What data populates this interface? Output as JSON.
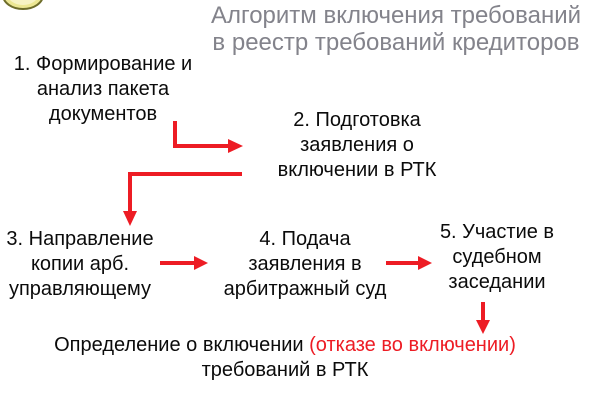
{
  "colors": {
    "background": "#ffffff",
    "text": "#0b0b0b",
    "title_gray": "#83838b",
    "accent_red": "#ed1c24",
    "coin_fill": "#ece793",
    "coin_stroke": "#6e6d2b"
  },
  "title": {
    "line1": "Алгоритм включения требований",
    "line2": "в реестр требований кредиторов"
  },
  "steps": [
    {
      "id": 1,
      "lines": [
        "1. Формирование и",
        "анализ пакета",
        "документов"
      ]
    },
    {
      "id": 2,
      "lines": [
        "2. Подготовка",
        "заявления о",
        "включении в РТК"
      ]
    },
    {
      "id": 3,
      "lines": [
        "3. Направление",
        "копии арб.",
        "управляющему"
      ]
    },
    {
      "id": 4,
      "lines": [
        "4. Подача",
        "заявления в",
        "арбитражный суд"
      ]
    },
    {
      "id": 5,
      "lines": [
        "5. Участие в",
        "судебном",
        "заседании"
      ]
    }
  ],
  "outcome": {
    "prefix": "Определение о включении ",
    "highlight": "(отказе во включении)",
    "line2": "требований в РТК"
  },
  "flow": {
    "arrow_color": "#ed1c24",
    "connections": [
      "step1 → step2",
      "step2 → step3",
      "step3 → step4",
      "step4 → step5",
      "step5 → outcome"
    ]
  },
  "icons": [
    {
      "name": "coin-icon",
      "description": "gold ellipse partially visible at top-left edge"
    }
  ]
}
